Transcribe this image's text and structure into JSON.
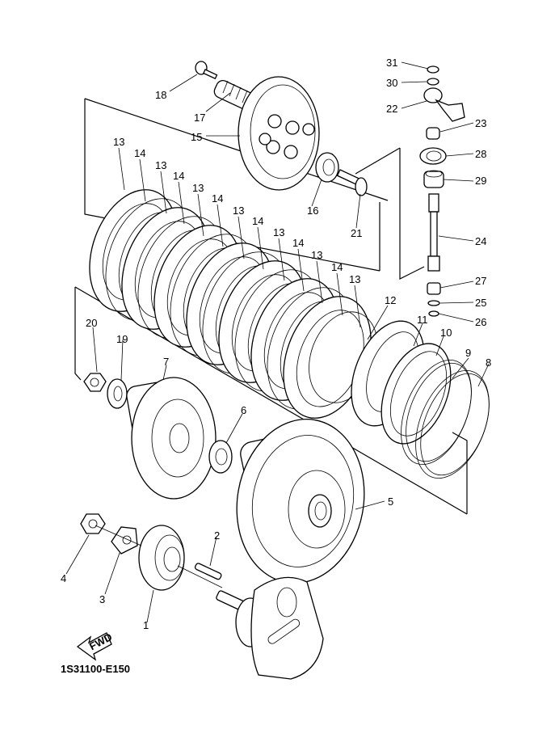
{
  "diagram": {
    "title": "Clutch exploded view",
    "drawing_code": "1S31100-E150",
    "fwd_label": "FWD",
    "callouts": [
      {
        "id": "1",
        "label": "1"
      },
      {
        "id": "2",
        "label": "2"
      },
      {
        "id": "3",
        "label": "3"
      },
      {
        "id": "4",
        "label": "4"
      },
      {
        "id": "5",
        "label": "5"
      },
      {
        "id": "6",
        "label": "6"
      },
      {
        "id": "7",
        "label": "7"
      },
      {
        "id": "8",
        "label": "8"
      },
      {
        "id": "9",
        "label": "9"
      },
      {
        "id": "10",
        "label": "10"
      },
      {
        "id": "11",
        "label": "11"
      },
      {
        "id": "12",
        "label": "12"
      },
      {
        "id": "13",
        "label": "13"
      },
      {
        "id": "14",
        "label": "14"
      },
      {
        "id": "15",
        "label": "15"
      },
      {
        "id": "16",
        "label": "16"
      },
      {
        "id": "17",
        "label": "17"
      },
      {
        "id": "18",
        "label": "18"
      },
      {
        "id": "19",
        "label": "19"
      },
      {
        "id": "20",
        "label": "20"
      },
      {
        "id": "21",
        "label": "21"
      },
      {
        "id": "22",
        "label": "22"
      },
      {
        "id": "23",
        "label": "23"
      },
      {
        "id": "24",
        "label": "24"
      },
      {
        "id": "25",
        "label": "25"
      },
      {
        "id": "26",
        "label": "26"
      },
      {
        "id": "27",
        "label": "27"
      },
      {
        "id": "28",
        "label": "28"
      },
      {
        "id": "29",
        "label": "29"
      },
      {
        "id": "30",
        "label": "30"
      },
      {
        "id": "31",
        "label": "31"
      }
    ],
    "plate_callouts": [
      "13",
      "14",
      "13",
      "14",
      "13",
      "14",
      "13",
      "14",
      "13",
      "14",
      "13",
      "14",
      "13"
    ]
  }
}
